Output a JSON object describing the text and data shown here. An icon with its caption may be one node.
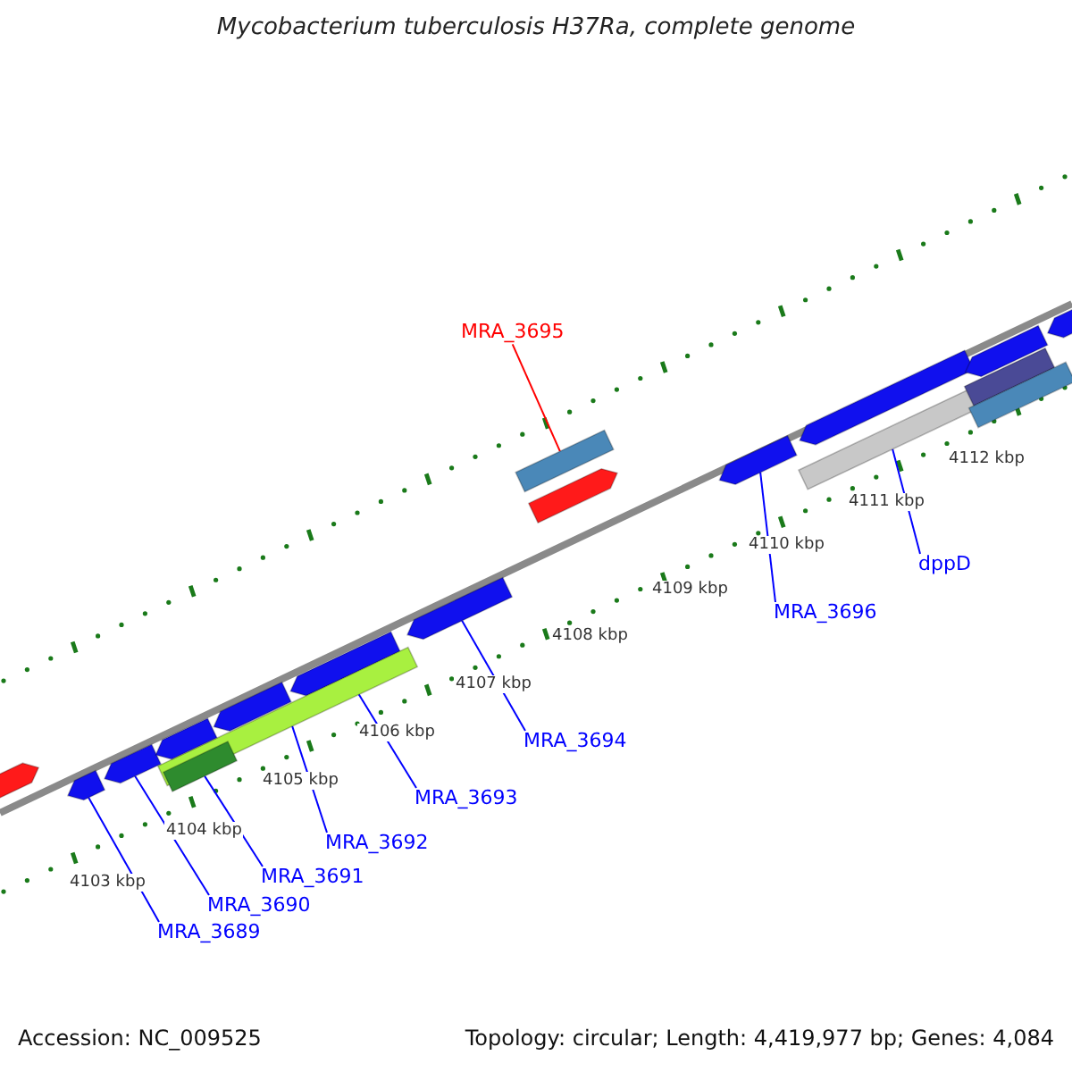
{
  "diagram": {
    "title": "Mycobacterium tuberculosis H37Ra, complete genome",
    "nodes": [
      {
        "text": [
          "MRA_3695"
        ]
      },
      {
        "text": [],
        "shape": "bar"
      },
      {
        "text": [
          "MRA_3696"
        ]
      },
      {
        "text": [],
        "shape": "bar"
      },
      {
        "text": [
          "dppD"
        ]
      },
      {
        "text": [],
        "shape": "bar"
      },
      {
        "text": [
          "MRA_3694"
        ]
      },
      {
        "text": [],
        "shape": "bar"
      },
      {
        "text": [
          "MRA_3693"
        ]
      },
      {
        "text": [],
        "shape": "bar"
      },
      {
        "text": [
          "MRA_3692"
        ]
      },
      {
        "text": [],
        "shape": "bar"
      },
      {
        "text": [
          "MRA_3691"
        ]
      },
      {
        "text": [],
        "shape": "bar"
      },
      {
        "text": [
          "MRA_3690"
        ]
      },
      {
        "text": [],
        "shape": "bar"
      },
      {
        "text": [
          "MRA_3689"
        ]
      },
      {
        "text": [],
        "shape": "bar"
      },
      {
        "text": [],
        "shape": "bar"
      },
      {
        "text": [],
        "shape": "bar"
      },
      {
        "text": [],
        "shape": "bar"
      },
      {
        "text": [],
        "shape": "bar"
      },
      {
        "text": [],
        "shape": "bar"
      },
      {
        "text": [],
        "shape": "bar"
      },
      {
        "text": [],
        "shape": "bar"
      },
      {
        "text": [],
        "shape": "bar"
      },
      {
        "text": [],
        "shape": "bar"
      }
    ],
    "edges": [
      {
        "from": 0,
        "to": 1,
        "arrow": "none",
        "color": "#ff0000"
      },
      {
        "from": 2,
        "to": 3,
        "arrow": "none"
      },
      {
        "from": 4,
        "to": 5,
        "arrow": "none"
      },
      {
        "from": 6,
        "to": 7,
        "arrow": "none"
      },
      {
        "from": 8,
        "to": 9,
        "arrow": "none"
      },
      {
        "from": 10,
        "to": 11,
        "arrow": "none"
      },
      {
        "from": 12,
        "to": 13,
        "arrow": "none"
      },
      {
        "from": 14,
        "to": 15,
        "arrow": "none"
      },
      {
        "from": 16,
        "to": 17,
        "arrow": "none"
      }
    ],
    "labels": [
      "4112 kbp",
      "4111 kbp",
      "4110 kbp",
      "4109 kbp",
      "4108 kbp",
      "4107 kbp",
      "4106 kbp",
      "4105 kbp",
      "4104 kbp",
      "4103 kbp",
      "Accession: NC_009525",
      "Topology: circular; Length: 4,419,977 bp; Genes: 4,084"
    ]
  }
}
